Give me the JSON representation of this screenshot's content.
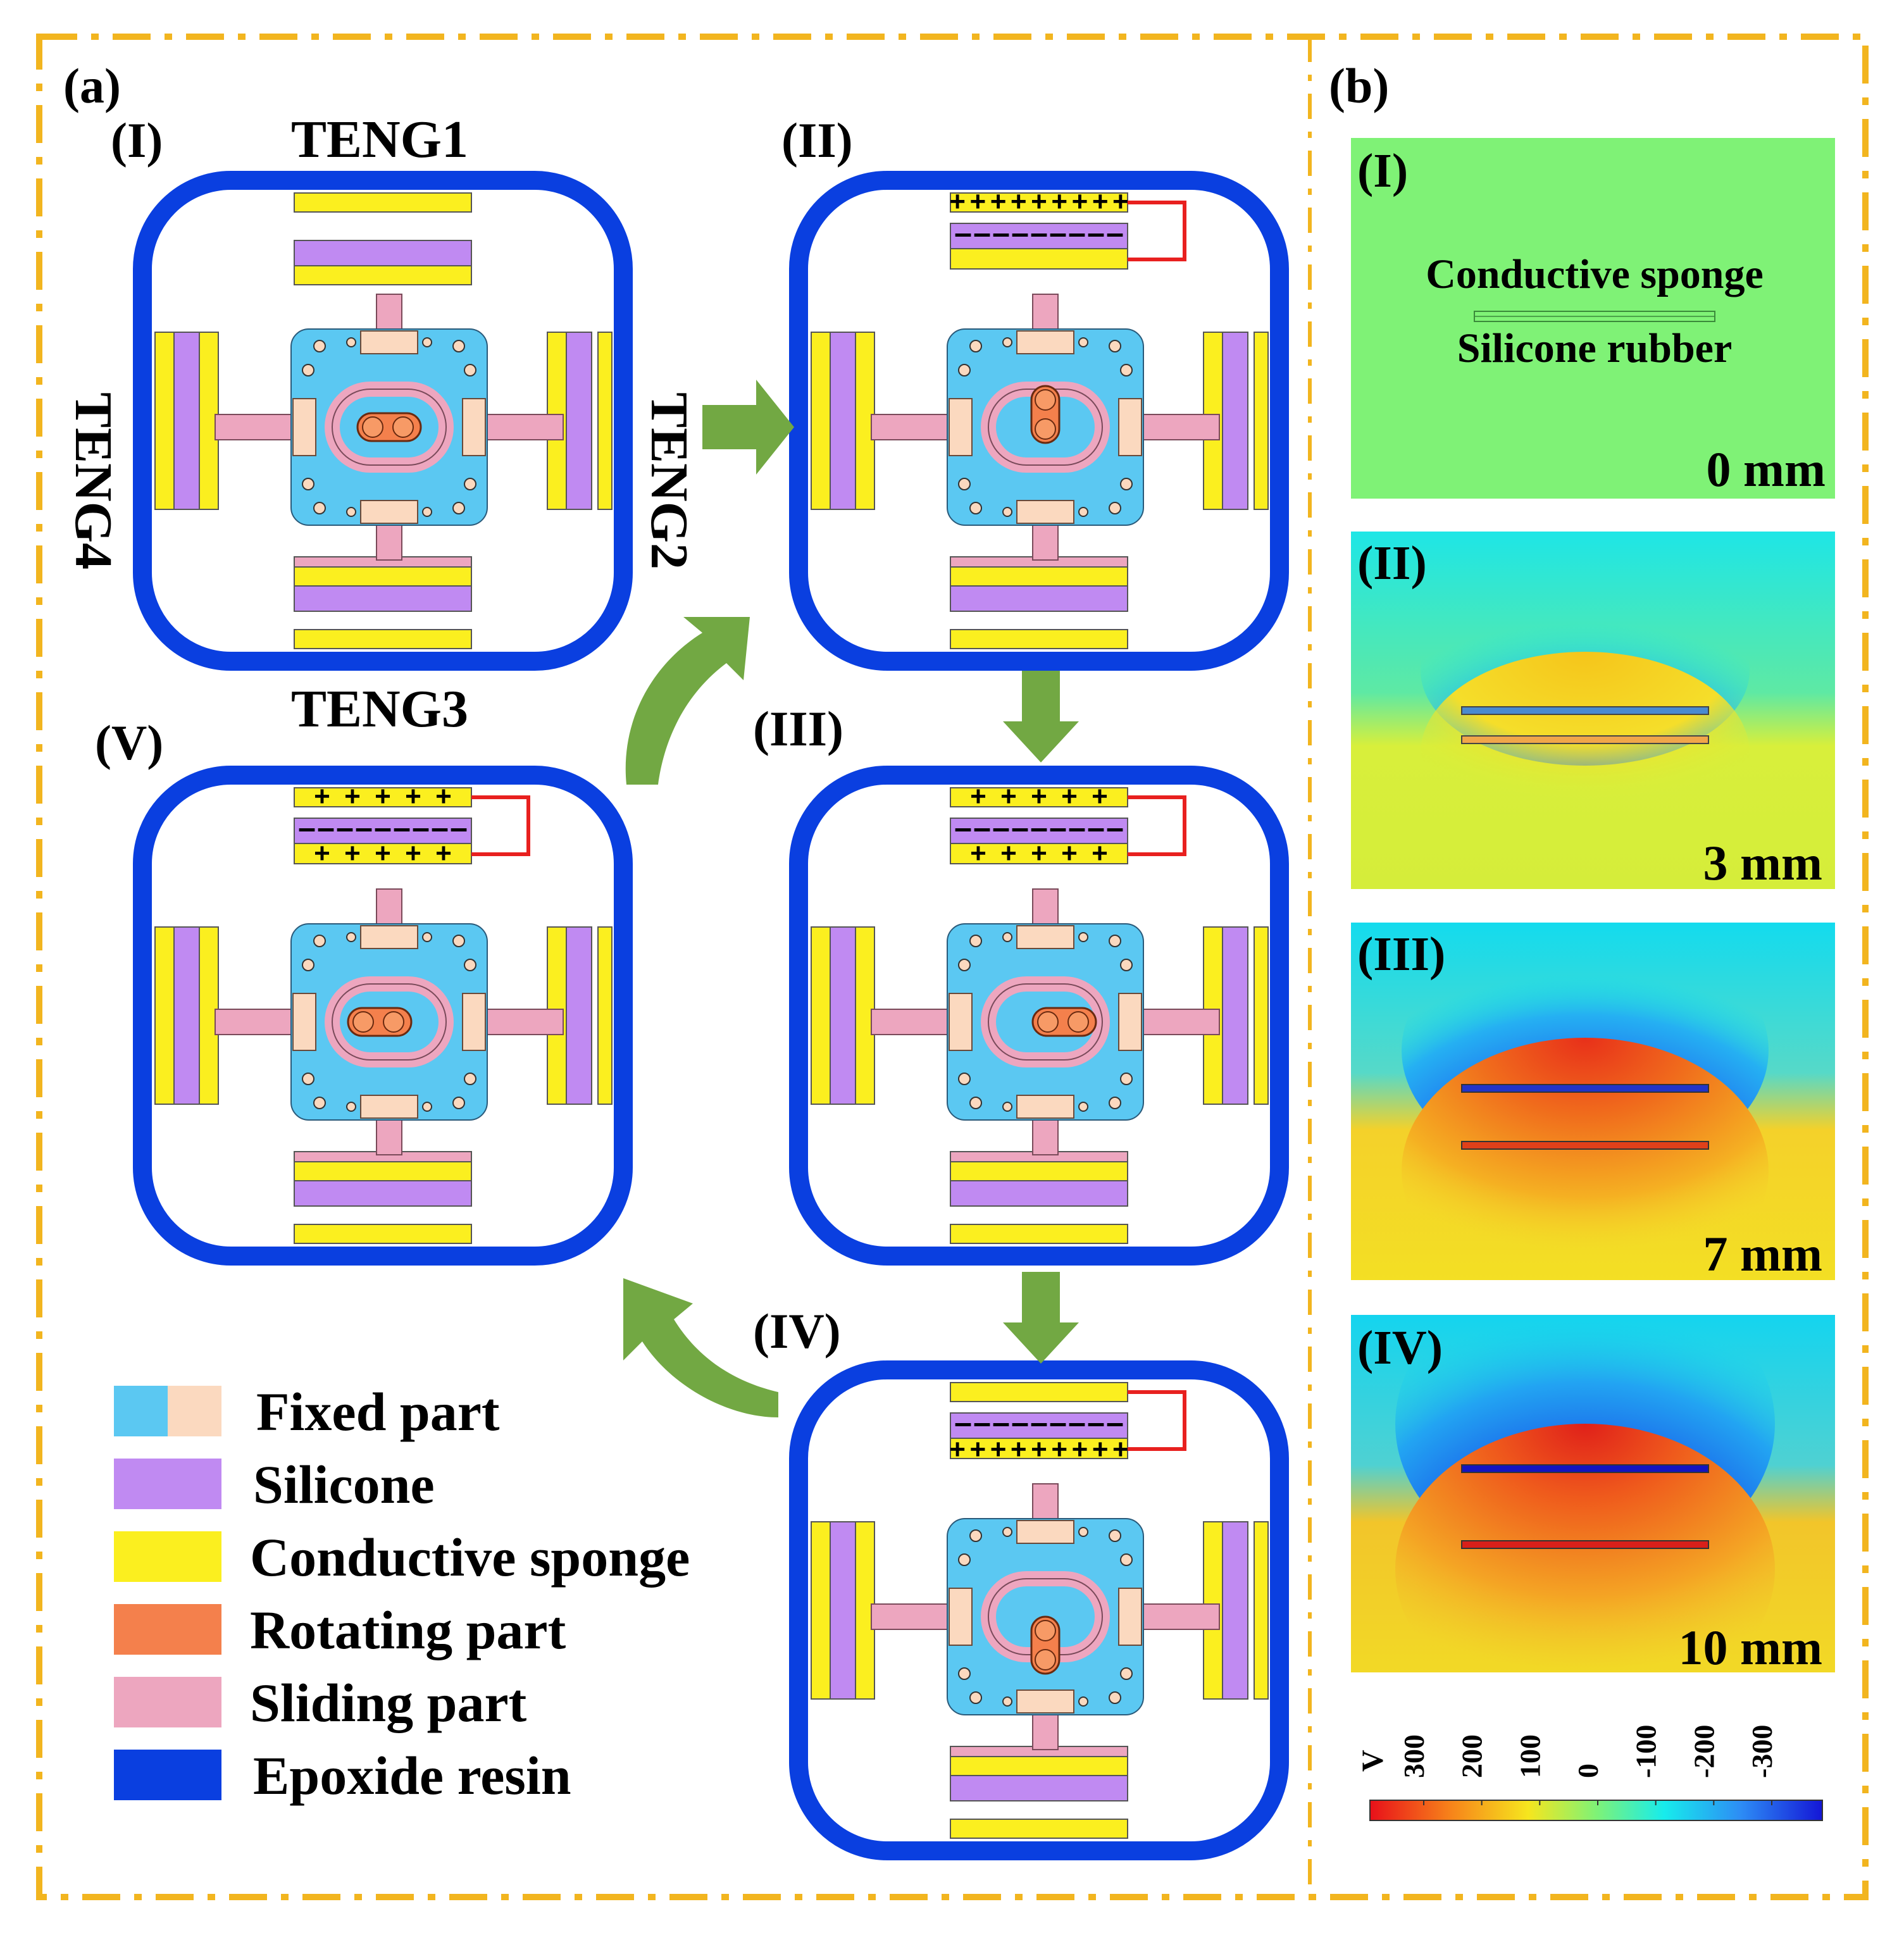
{
  "panels": {
    "a": {
      "label": "(a)",
      "teng_labels": [
        "TENG1",
        "TENG2",
        "TENG3",
        "TENG4"
      ],
      "stages": [
        {
          "id": "I",
          "label": "(I)",
          "state": "neutral"
        },
        {
          "id": "II",
          "label": "(II)",
          "state": "top-sponge-positive"
        },
        {
          "id": "III",
          "label": "(III)",
          "state": "both-positive"
        },
        {
          "id": "IV",
          "label": "(IV)",
          "state": "bottom-sponge-positive"
        },
        {
          "id": "V",
          "label": "(V)",
          "state": "both-positive"
        }
      ],
      "legend": [
        {
          "label": "Fixed part",
          "colors": [
            "#5bc8f2",
            "#fbd9bf"
          ]
        },
        {
          "label": "Silicone",
          "colors": [
            "#c08af2"
          ]
        },
        {
          "label": "Conductive sponge",
          "colors": [
            "#fbef1f"
          ]
        },
        {
          "label": "Rotating part",
          "colors": [
            "#f4804c"
          ]
        },
        {
          "label": "Sliding part",
          "colors": [
            "#eda6bf"
          ]
        },
        {
          "label": "Epoxide resin",
          "colors": [
            "#0a3fe0"
          ]
        }
      ]
    },
    "b": {
      "label": "(b)",
      "sims": [
        {
          "label": "(I)",
          "distance": "0 mm"
        },
        {
          "label": "(II)",
          "distance": "3 mm"
        },
        {
          "label": "(III)",
          "distance": "7 mm"
        },
        {
          "label": "(IV)",
          "distance": "10 mm"
        }
      ],
      "sim1_labels": {
        "top": "Conductive sponge",
        "bottom": "Silicone rubber"
      },
      "colorbar": {
        "unit": "V",
        "ticks": [
          "300",
          "200",
          "100",
          "0",
          "-100",
          "-200",
          "-300"
        ]
      }
    }
  },
  "colors": {
    "epoxy": "#0a3fe0",
    "fixed_blue": "#5bc8f2",
    "fixed_peach": "#fbd9bf",
    "silicone": "#c08af2",
    "sponge": "#fbef1f",
    "rotating": "#f4804c",
    "sliding": "#eda6bf",
    "arrow": "#72a843",
    "frame": "#f2b51f",
    "wire": "#e8201f"
  }
}
